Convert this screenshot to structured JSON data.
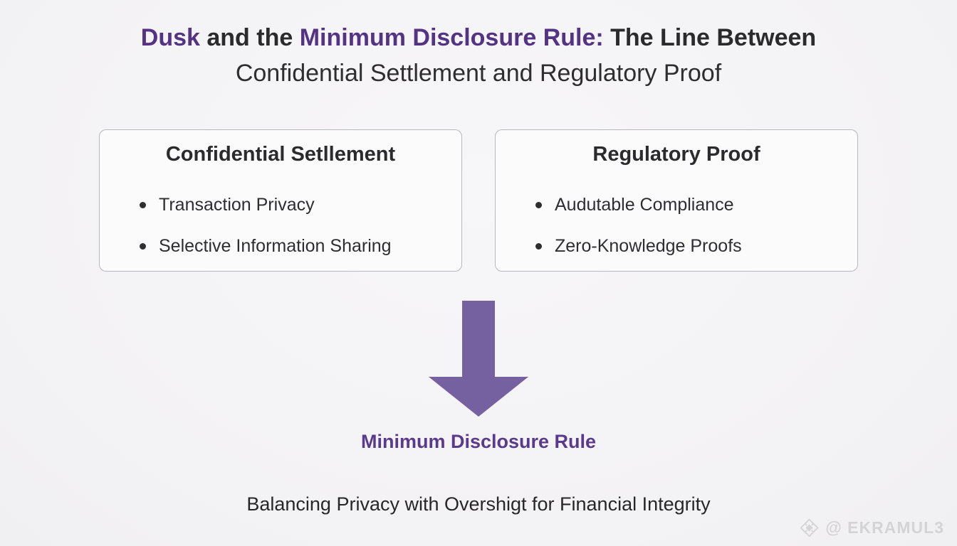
{
  "title": {
    "part1_purple": "Dusk",
    "part2_dark": " and the ",
    "part3_purple": "Minimum Disclosure Rule:",
    "part4_dark": " The Line Between",
    "line2": "Confidential Settlement and Regulatory Proof"
  },
  "cards": [
    {
      "title": "Confidential Setllement",
      "bullets": [
        "Transaction Privacy",
        "Selective Information Sharing"
      ]
    },
    {
      "title": "Regulatory Proof",
      "bullets": [
        "Audutable Compliance",
        "Zero-Knowledge Proofs"
      ]
    }
  ],
  "arrow": {
    "label": "Minimum Disclosure Rule"
  },
  "footer": {
    "text": "Balancing Privacy with Overshigt for Financial Integrity"
  },
  "watermark": {
    "icon": "diamond-logo-icon",
    "text": "@ EKRAMUL3"
  },
  "colors": {
    "background": "#f4f3f5",
    "title_purple": "#543385",
    "dark_text": "#2b2b2e",
    "card_background": "#fbfbfc",
    "card_border": "#b8b8bb",
    "arrow_purple": "#75619f",
    "label_purple": "#5a3a8c",
    "watermark_gray": "#d4d3d7"
  }
}
